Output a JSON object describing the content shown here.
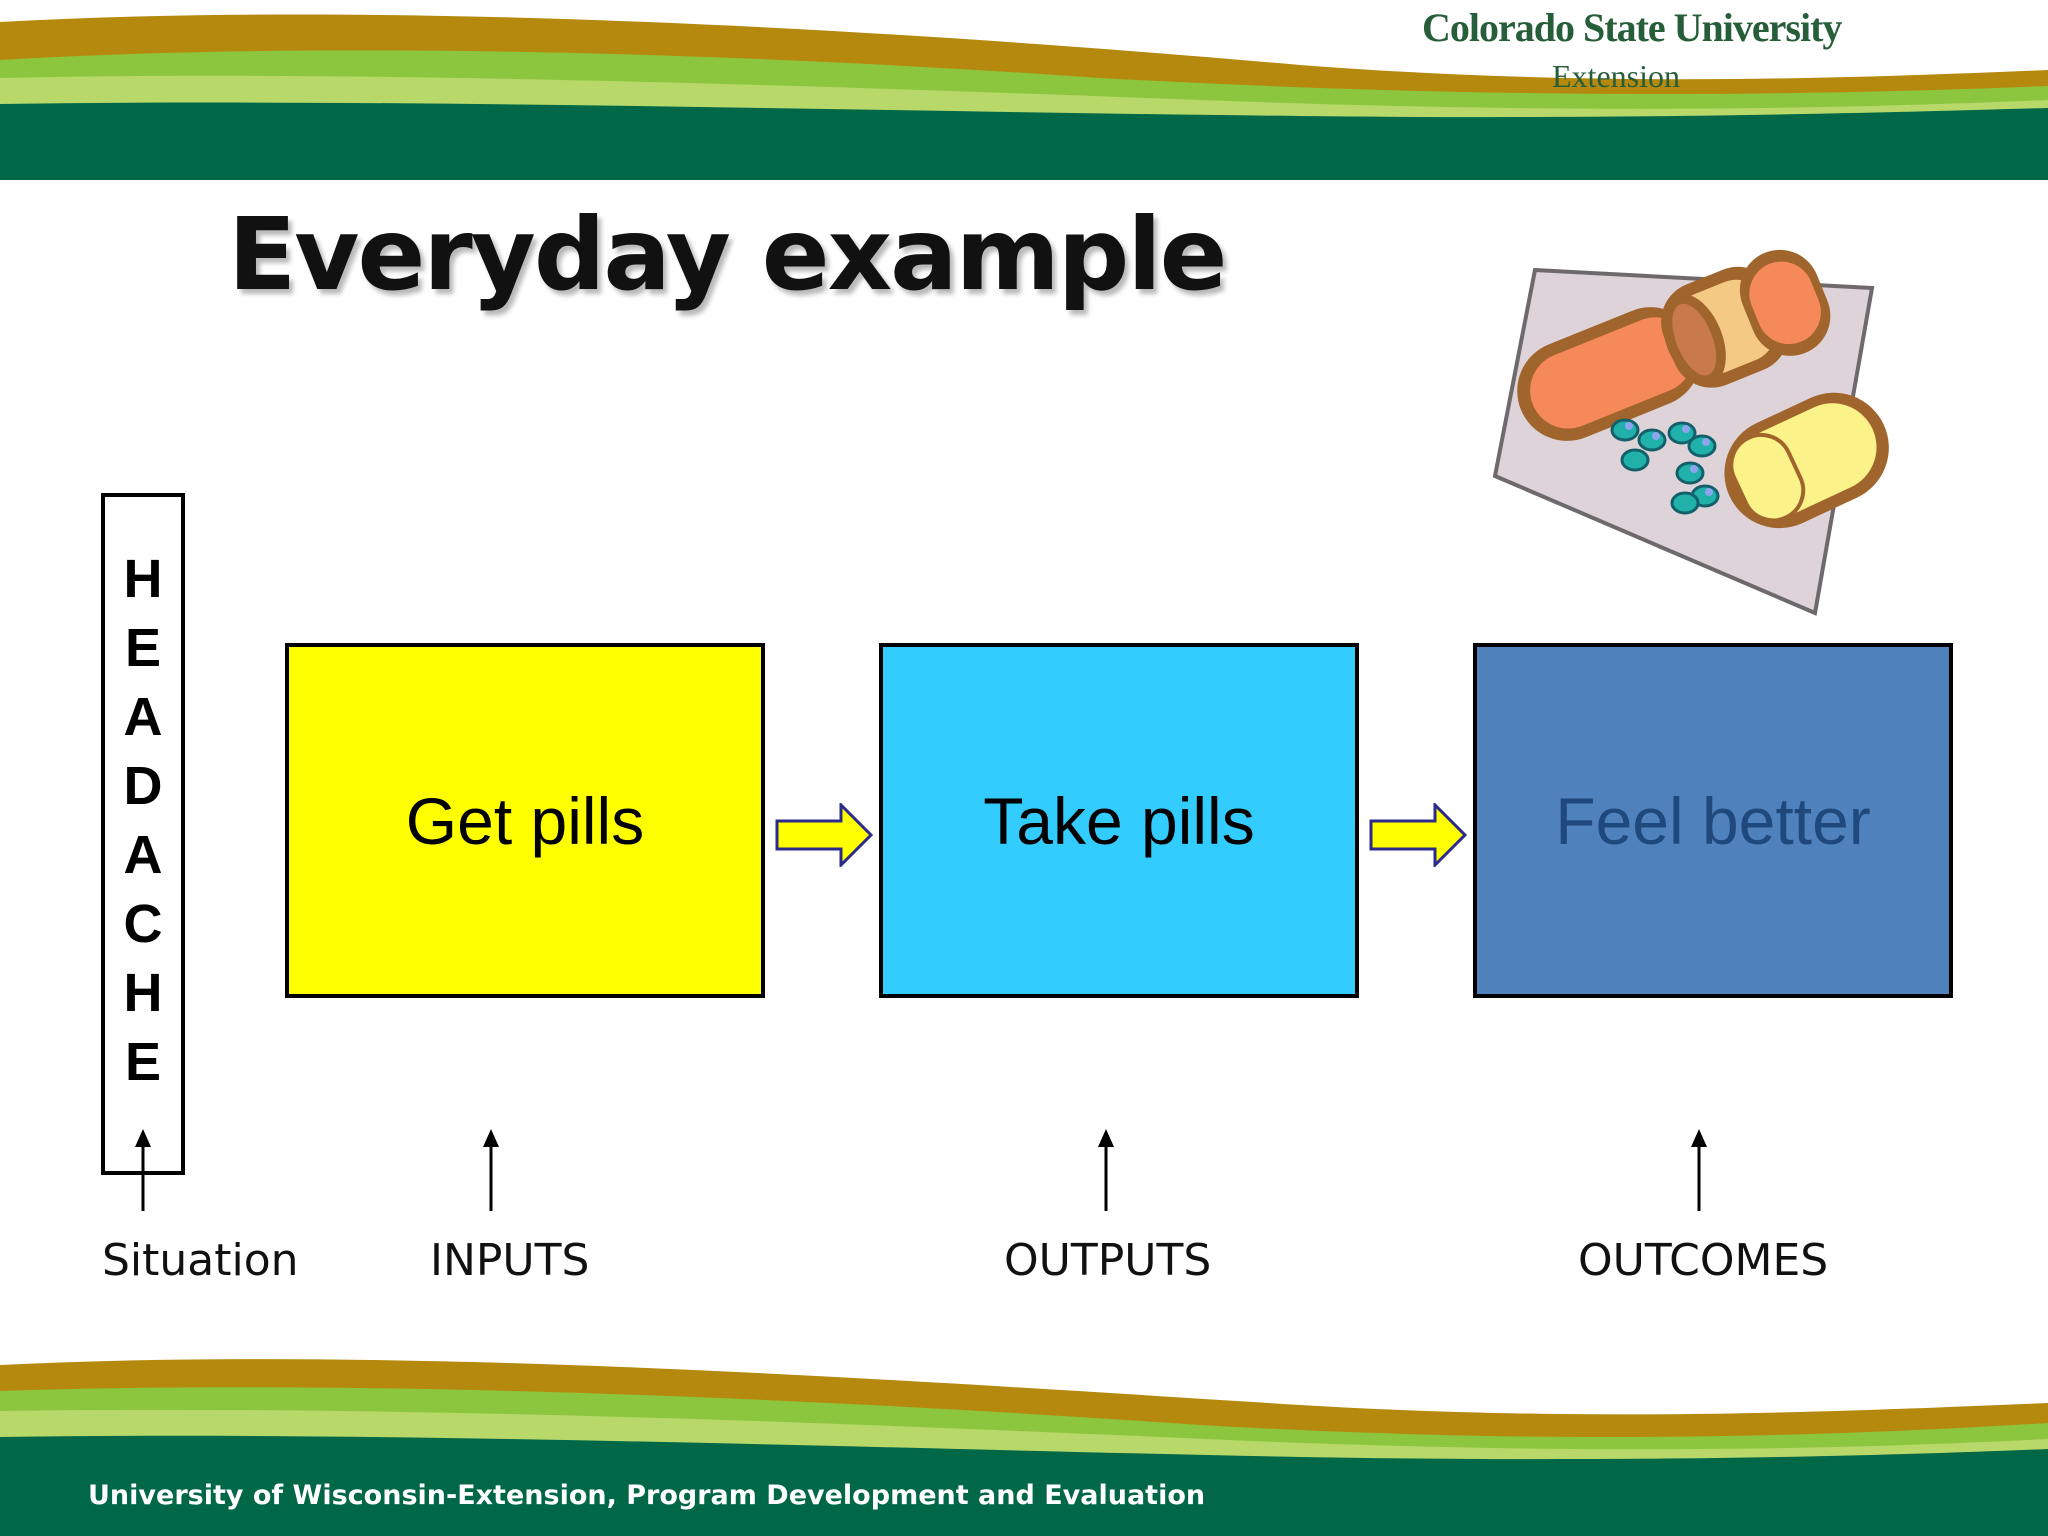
{
  "colors": {
    "header_green": "#006747",
    "gold": "#b5890d",
    "light_green": "#8cc63f",
    "inputs_fill": "#ffff00",
    "outputs_fill": "#33ccff",
    "outcomes_fill": "#4f81bd",
    "arrow_fill": "#ffff00"
  },
  "logo": {
    "university": "Colorado State University",
    "unit": "Extension"
  },
  "slide": {
    "title": "Everyday example"
  },
  "situation": {
    "word": [
      "H",
      "E",
      "A",
      "D",
      "A",
      "C",
      "H",
      "E"
    ],
    "label": "Situation"
  },
  "model": {
    "inputs": {
      "box_text": "Get pills",
      "label": "INPUTS"
    },
    "outputs": {
      "box_text": "Take pills",
      "label": "OUTPUTS"
    },
    "outcomes": {
      "box_text": "Feel better",
      "label": "OUTCOMES"
    }
  },
  "footer": {
    "text": "University of Wisconsin-Extension, Program Development and Evaluation"
  },
  "icons": {
    "illustration": "pills-bottle-icon",
    "flow_arrow": "block-arrow-right-icon",
    "pointer_arrow": "arrow-up-icon"
  }
}
